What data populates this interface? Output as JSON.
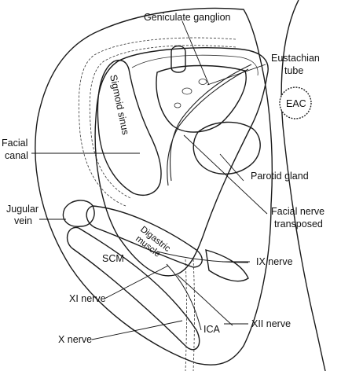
{
  "labels": {
    "geniculate": "Geniculate ganglion",
    "eustachian_1": "Eustachian",
    "eustachian_2": "tube",
    "eac": "EAC",
    "sigmoid": "Sigmoid sinus",
    "facial_canal_1": "Facial",
    "facial_canal_2": "canal",
    "parotid": "Parotid gland",
    "jugular_1": "Jugular",
    "jugular_2": "vein",
    "digastric_1": "Digastric",
    "digastric_2": "muscle",
    "facial_nerve_1": "Facial nerve",
    "facial_nerve_2": "transposed",
    "scm": "SCM",
    "ix": "IX nerve",
    "xi": "XI nerve",
    "ica": "ICA",
    "xii": "XII nerve",
    "x": "X nerve"
  }
}
